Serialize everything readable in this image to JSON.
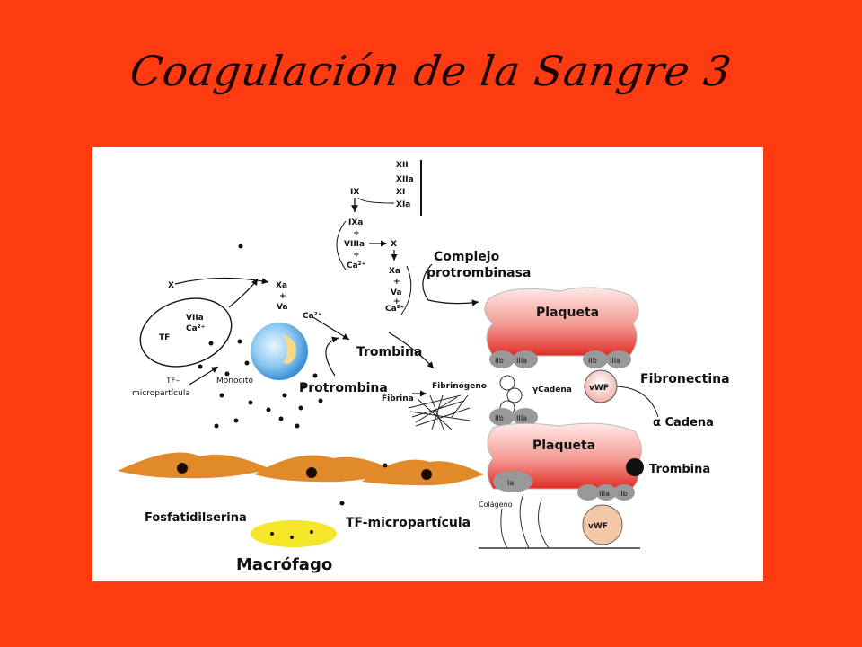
{
  "title": "Coagulación de la Sangre 3",
  "diagram": {
    "cascade_top": [
      "XII",
      "XIIa",
      "XI",
      "XIa"
    ],
    "ix": "IX",
    "ixa_block": [
      "IXa",
      "+",
      "VIIIa",
      "+",
      "Ca²⁺"
    ],
    "x_right": "X",
    "xa_block_right": [
      "Xa",
      "+",
      "Va",
      "+",
      "Ca²⁺"
    ],
    "complejo": [
      "Complejo",
      "protrombinasa"
    ],
    "x_left": "X",
    "xa_block_left": [
      "Xa",
      "+",
      "Va"
    ],
    "ca_mid": "Ca²⁺",
    "vila_block": [
      "VIIa",
      "Ca²⁺"
    ],
    "tf": "TF",
    "tf_micro": [
      "TF–",
      "micropartícula"
    ],
    "monocito": "Monocito",
    "trombina_center": "Trombina",
    "protrombina": "Protrombina",
    "fibrinogeno": "Fibrinógeno",
    "fibrina": "Fibrina",
    "plaqueta_top": "Plaqueta",
    "plaqueta_bottom": "Plaqueta",
    "receptor_iib": "IIb",
    "receptor_iiia": "IIIa",
    "receptor_ia": "Ia",
    "fibronectina": "Fibronectina",
    "vwf": "vWF",
    "gamma_cadena": "γCadena",
    "alpha_cadena": "α Cadena",
    "trombina_right": "Trombina",
    "colageno": "Colágeno",
    "fosfatidilserina": "Fosfatidilserina",
    "tf_microparticula": "TF-micropartícula",
    "macrofago": "Macrófago"
  },
  "colors": {
    "background": "#ff3b12",
    "platelet_red": "#e8322b",
    "monocyte_blue": "#5aaae6",
    "endothelial": "#e08a2a",
    "macrophage_yellow": "#f5e62a"
  }
}
